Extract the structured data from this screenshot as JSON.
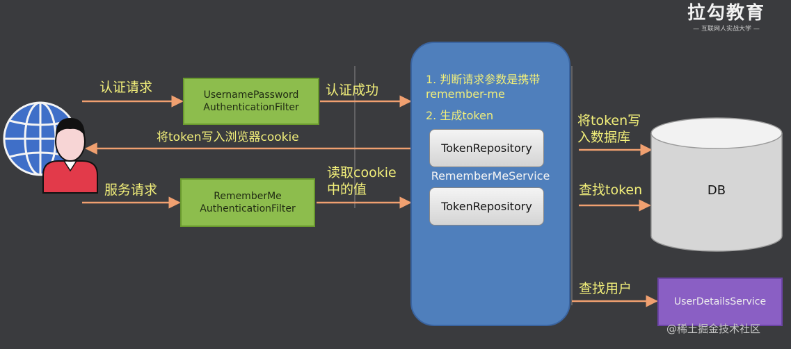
{
  "brand": {
    "logo_text": "拉勾教育",
    "logo_sub": "— 互联网人实战大学 —"
  },
  "watermark": "@稀土掘金技术社区",
  "labels": {
    "auth_request": "认证请求",
    "auth_success": "认证成功",
    "write_cookie": "将token写入浏览器cookie",
    "service_request": "服务请求",
    "read_cookie_line1": "读取cookie",
    "read_cookie_line2": "中的值",
    "write_db_line1": "将token写",
    "write_db_line2": "入数据库",
    "find_token": "查找token",
    "find_user": "查找用户"
  },
  "filters": {
    "upaf_line1": "UsernamePassword",
    "upaf_line2": "AuthenticationFilter",
    "rmaf_line1": "RememberMe",
    "rmaf_line2": "AuthenticationFilter"
  },
  "service": {
    "step1_line1": "1. 判断请求参数是携带",
    "step1_line2": "remember-me",
    "step2": "2. 生成token",
    "repo_top": "TokenRepository",
    "name": "RememberMeService",
    "repo_bottom": "TokenRepository"
  },
  "db": {
    "label": "DB"
  },
  "user_details": {
    "label": "UserDetailsService"
  },
  "colors": {
    "background": "#3a3b3e",
    "arrow": "#f0a070",
    "label": "#f2ef7a",
    "filter": "#8dbd4d",
    "service": "#4f7fbc",
    "user_details": "#8a5fc4"
  }
}
